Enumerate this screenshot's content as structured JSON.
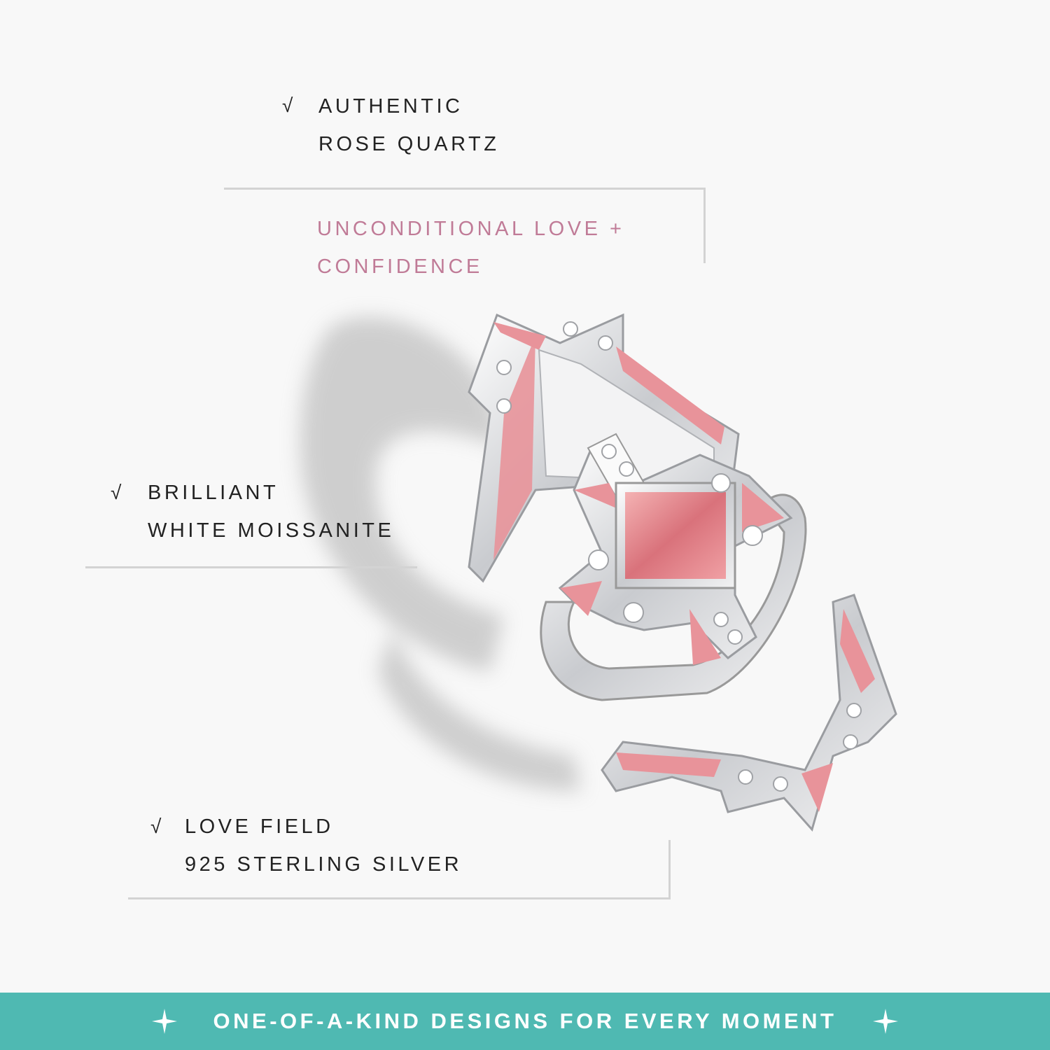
{
  "features": [
    {
      "check": "√",
      "line1": "AUTHENTIC",
      "line2": "ROSE QUARTZ"
    },
    {
      "check": "√",
      "line1": "BRILLIANT",
      "line2": "WHITE MOISSANITE"
    },
    {
      "check": "√",
      "line1": "LOVE FIELD",
      "line2": "925 STERLING SILVER"
    }
  ],
  "meaning": {
    "line1": "UNCONDITIONAL LOVE +",
    "line2": "CONFIDENCE"
  },
  "banner": {
    "text": "ONE-OF-A-KIND DESIGNS FOR EVERY MOMENT",
    "color": "#4fb9b2"
  },
  "colors": {
    "enamel": "#e8939a",
    "stone": "#e98a90",
    "silver": "#d9dadd",
    "accent_text": "#c07b97"
  }
}
